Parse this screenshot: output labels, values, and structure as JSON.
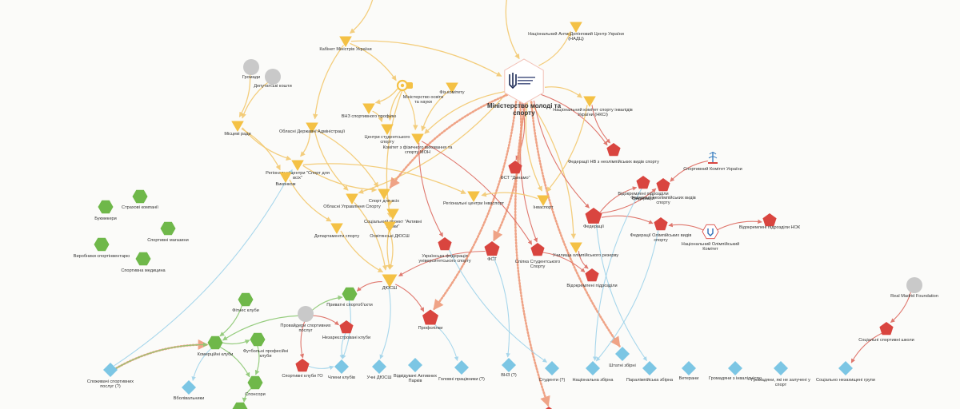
{
  "colors": {
    "yellow": "#f4c145",
    "red": "#d9453f",
    "green": "#6fb84a",
    "blue": "#7cc6e4",
    "grey": "#c9c9c9",
    "edge_yellow": "#f3c970",
    "edge_red": "#dd6a60",
    "edge_blue": "#9fd3ea",
    "edge_green": "#8cc872",
    "edge_dotted": "#ee9a7a"
  },
  "nodes": [
    {
      "id": "ministry",
      "label": "Міністерство молоді та спорту",
      "shape": "hex-logo",
      "color": "logo",
      "emblem": "trident-icon"
    },
    {
      "id": "kmu",
      "label": "Кабінет Міністрів України",
      "shape": "triangle",
      "color": "yellow"
    },
    {
      "id": "nado",
      "label": "Національний Анти-Допінговий Центр України (НАДЦ)",
      "shape": "triangle",
      "color": "yellow"
    },
    {
      "id": "mon",
      "label": "Міністерство освіти та науки",
      "shape": "logo-mon",
      "color": "yellow"
    },
    {
      "id": "fiz_kom",
      "label": "Фіз.комітету",
      "shape": "triangle",
      "color": "yellow"
    },
    {
      "id": "nksi",
      "label": "Національний комітет спорту інвалідів України (НКСІ)",
      "shape": "triangle",
      "color": "yellow"
    },
    {
      "id": "vnz",
      "label": "ВНЗ спортивного профілю",
      "shape": "triangle",
      "color": "yellow"
    },
    {
      "id": "oda",
      "label": "Обласні Державні Адміністрації",
      "shape": "triangle",
      "color": "yellow"
    },
    {
      "id": "csport",
      "label": "Центри студентського спорту",
      "shape": "triangle",
      "color": "yellow"
    },
    {
      "id": "kom_fv",
      "label": "Комітет з фізичного виховання та спорту МОН",
      "shape": "triangle",
      "color": "yellow"
    },
    {
      "id": "mistsevi",
      "label": "Місцеві ради",
      "shape": "triangle",
      "color": "yellow"
    },
    {
      "id": "hromady",
      "label": "Громади",
      "shape": "circle",
      "color": "grey"
    },
    {
      "id": "deputaty",
      "label": "Депутатські кошти",
      "shape": "circle",
      "color": "grey"
    },
    {
      "id": "rcsport",
      "label": "Регіональні центри \"Спорт для всіх\"",
      "shape": "triangle",
      "color": "yellow"
    },
    {
      "id": "vykonkom",
      "label": "Виконком",
      "shape": "triangle",
      "color": "yellow"
    },
    {
      "id": "sport_dd",
      "label": "Спорт для всіх",
      "shape": "triangle",
      "color": "yellow"
    },
    {
      "id": "oblupr",
      "label": "Обласні Управління Спорту",
      "shape": "triangle",
      "color": "yellow"
    },
    {
      "id": "soc_proj",
      "label": "Соціальний проект \"Активні парки\"",
      "shape": "triangle",
      "color": "yellow"
    },
    {
      "id": "dep_sport",
      "label": "Департаменти спорту",
      "shape": "triangle",
      "color": "yellow"
    },
    {
      "id": "osv_dyush",
      "label": "Освітянські ДЮСШ",
      "shape": "triangle",
      "color": "yellow"
    },
    {
      "id": "reg_centry",
      "label": "Регіональні центри Інваспорт",
      "shape": "triangle",
      "color": "yellow"
    },
    {
      "id": "invasport",
      "label": "Інваспорт",
      "shape": "triangle",
      "color": "yellow"
    },
    {
      "id": "uchilyshcha",
      "label": "Училища олімпійського резерву",
      "shape": "triangle",
      "color": "yellow"
    },
    {
      "id": "dyush",
      "label": "ДЮСШ",
      "shape": "triangle",
      "color": "yellow"
    },
    {
      "id": "fed_neviz",
      "label": "Федерації НВ з неолімпійських видів спорту",
      "shape": "pentagon",
      "color": "red"
    },
    {
      "id": "fst_dynamo",
      "label": "ФСТ \"Динамо\"",
      "shape": "pentagon",
      "color": "red"
    },
    {
      "id": "sport_kom",
      "label": "Спортивний Комітет України",
      "shape": "logo-small",
      "color": "blue"
    },
    {
      "id": "vid_fed_neol",
      "label": "Федерації неолімпійських видів спорту",
      "shape": "pentagon",
      "color": "red"
    },
    {
      "id": "vid_fed",
      "label": "Відокремлені підрозділи федерацій",
      "shape": "pentagon",
      "color": "red"
    },
    {
      "id": "federacii",
      "label": "Федерації",
      "shape": "pentagon",
      "color": "red"
    },
    {
      "id": "fed_olimp",
      "label": "Федерації Олімпійських видів спорту",
      "shape": "pentagon",
      "color": "red"
    },
    {
      "id": "nok",
      "label": "Національний Олімпійський Комітет",
      "shape": "logo-nok",
      "color": "blue"
    },
    {
      "id": "vid_nok",
      "label": "Відокремлені підрозділи НОК",
      "shape": "pentagon",
      "color": "red"
    },
    {
      "id": "ukr_fed_univ",
      "label": "Українська федерація університетського спорту",
      "shape": "pentagon",
      "color": "red"
    },
    {
      "id": "fst",
      "label": "ФСТ",
      "shape": "pentagon",
      "color": "red"
    },
    {
      "id": "liga_stud",
      "label": "Спілка Студентського Спорту",
      "shape": "pentagon",
      "color": "red"
    },
    {
      "id": "vidokr_pidr",
      "label": "Відокремлені підрозділи",
      "shape": "pentagon",
      "color": "red"
    },
    {
      "id": "profspilky",
      "label": "Профспілки",
      "shape": "pentagon",
      "color": "red"
    },
    {
      "id": "nezareest",
      "label": "Незареєстровані клуби",
      "shape": "pentagon",
      "color": "red"
    },
    {
      "id": "sport_kluby_go",
      "label": "Спортивні клуби ГО",
      "shape": "pentagon",
      "color": "red"
    },
    {
      "id": "soc_shkoly",
      "label": "Соціальні спортивні школи",
      "shape": "pentagon",
      "color": "red"
    },
    {
      "id": "real_madrid",
      "label": "Real Madrid Foundation",
      "shape": "circle",
      "color": "grey"
    },
    {
      "id": "bukmekery",
      "label": "Букмекери",
      "shape": "hexagon",
      "color": "green"
    },
    {
      "id": "strakh",
      "label": "Страхові компанії",
      "shape": "hexagon",
      "color": "green"
    },
    {
      "id": "magazyny",
      "label": "Спортивні магазини",
      "shape": "hexagon",
      "color": "green"
    },
    {
      "id": "vyrobnyky",
      "label": "Виробники спортінвентарю",
      "shape": "hexagon",
      "color": "green"
    },
    {
      "id": "medycyna",
      "label": "Спортивна медицина",
      "shape": "hexagon",
      "color": "green"
    },
    {
      "id": "pryvatni",
      "label": "Приватні спортоб'єкти",
      "shape": "hexagon",
      "color": "green"
    },
    {
      "id": "fitnes",
      "label": "Фітнес клуби",
      "shape": "hexagon",
      "color": "green"
    },
    {
      "id": "provaidery",
      "label": "Провайдери спортивних послуг",
      "shape": "circle",
      "color": "grey"
    },
    {
      "id": "kom_kluby",
      "label": "Комерційні клуби",
      "shape": "hexagon",
      "color": "green"
    },
    {
      "id": "futbol",
      "label": "Футбольні професійні клуби",
      "shape": "hexagon",
      "color": "green"
    },
    {
      "id": "sponsory",
      "label": "Спонсори",
      "shape": "hexagon",
      "color": "green"
    },
    {
      "id": "green_bottom",
      "label": "",
      "shape": "hexagon",
      "color": "green"
    },
    {
      "id": "spozhyvachi",
      "label": "Споживачі спортивних послуг (?)",
      "shape": "diamond",
      "color": "blue"
    },
    {
      "id": "vbolivalnyky",
      "label": "Вболівальники",
      "shape": "diamond",
      "color": "blue"
    },
    {
      "id": "chleny",
      "label": "Члени клубів",
      "shape": "diamond",
      "color": "blue"
    },
    {
      "id": "uchni",
      "label": "Учні ДЮСШ",
      "shape": "diamond",
      "color": "blue"
    },
    {
      "id": "vidviduvachi",
      "label": "Відвідувачі Активних Парків",
      "shape": "diamond",
      "color": "blue"
    },
    {
      "id": "holovni",
      "label": "Головні працівники (?)",
      "shape": "diamond",
      "color": "blue"
    },
    {
      "id": "vo",
      "label": "ВНЗ (?)",
      "shape": "diamond",
      "color": "blue"
    },
    {
      "id": "studenty",
      "label": "Студенти (?)",
      "shape": "diamond",
      "color": "blue"
    },
    {
      "id": "nac_zbirna",
      "label": "Національна збірна",
      "shape": "diamond",
      "color": "blue"
    },
    {
      "id": "shtatni",
      "label": "Штатні збірні",
      "shape": "diamond",
      "color": "blue"
    },
    {
      "id": "paralimp",
      "label": "Паралімпійська збірна",
      "shape": "diamond",
      "color": "blue"
    },
    {
      "id": "veterany",
      "label": "Ветерани",
      "shape": "diamond",
      "color": "blue"
    },
    {
      "id": "hromadiany_inv",
      "label": "Громадяни з інвалідністю",
      "shape": "diamond",
      "color": "blue"
    },
    {
      "id": "hromadiany_ne",
      "label": "Громадяни, які не залучені у спорт",
      "shape": "diamond",
      "color": "blue"
    },
    {
      "id": "soc_vrazlyvi",
      "label": "Соціально незахищені групи",
      "shape": "diamond",
      "color": "blue"
    },
    {
      "id": "red_bottom",
      "label": "",
      "shape": "pentagon",
      "color": "red"
    }
  ],
  "edges": [
    {
      "from": "top1",
      "to": "kmu",
      "style": "yellow"
    },
    {
      "from": "top2",
      "to": "ministry",
      "style": "yellow"
    },
    {
      "from": "kmu",
      "to": "ministry",
      "style": "yellow"
    },
    {
      "from": "kmu",
      "to": "oda",
      "style": "yellow"
    },
    {
      "from": "kmu",
      "to": "mon",
      "style": "yellow"
    },
    {
      "from": "ministry",
      "to": "nado",
      "style": "yellow"
    },
    {
      "from": "ministry",
      "to": "nksi",
      "style": "yellow"
    },
    {
      "from": "ministry",
      "to": "kom_fv",
      "style": "yellow"
    },
    {
      "from": "ministry",
      "to": "oblupr",
      "style": "yellow"
    },
    {
      "from": "ministry",
      "to": "invasport",
      "style": "yellow"
    },
    {
      "from": "ministry",
      "to": "uchilyshcha",
      "style": "yellow"
    },
    {
      "from": "ministry",
      "to": "federacii",
      "style": "red"
    },
    {
      "from": "ministry",
      "to": "fst_dynamo",
      "style": "red"
    },
    {
      "from": "ministry",
      "to": "liga_stud",
      "style": "red"
    },
    {
      "from": "ministry",
      "to": "fst",
      "style": "dotted"
    },
    {
      "from": "ministry",
      "to": "sport_dd",
      "style": "dotted"
    },
    {
      "from": "ministry",
      "to": "profspilky",
      "style": "dotted"
    },
    {
      "from": "ministry",
      "to": "shtatni",
      "style": "dotted"
    },
    {
      "from": "ministry",
      "to": "fed_neviz",
      "style": "red"
    },
    {
      "from": "ministry",
      "to": "red_bottom",
      "style": "dotted"
    },
    {
      "from": "mon",
      "to": "vnz",
      "style": "yellow"
    },
    {
      "from": "mon",
      "to": "csport",
      "style": "yellow"
    },
    {
      "from": "mon",
      "to": "kom_fv",
      "style": "yellow"
    },
    {
      "from": "mon",
      "to": "osv_dyush",
      "style": "yellow"
    },
    {
      "from": "vnz",
      "to": "csport",
      "style": "yellow"
    },
    {
      "from": "fiz_kom",
      "to": "kom_fv",
      "style": "yellow"
    },
    {
      "from": "hromady",
      "to": "mistsevi",
      "style": "yellow"
    },
    {
      "from": "deputaty",
      "to": "mistsevi",
      "style": "yellow"
    },
    {
      "from": "mistsevi",
      "to": "vykonkom",
      "style": "yellow"
    },
    {
      "from": "mistsevi",
      "to": "rcsport",
      "style": "yellow"
    },
    {
      "from": "oda",
      "to": "rcsport",
      "style": "yellow"
    },
    {
      "from": "oda",
      "to": "oblupr",
      "style": "yellow"
    },
    {
      "from": "oda",
      "to": "sport_dd",
      "style": "yellow"
    },
    {
      "from": "rcsport",
      "to": "sport_dd",
      "style": "yellow"
    },
    {
      "from": "rcsport",
      "to": "reg_centry",
      "style": "yellow"
    },
    {
      "from": "vykonkom",
      "to": "dep_sport",
      "style": "yellow"
    },
    {
      "from": "oblupr",
      "to": "dyush",
      "style": "yellow"
    },
    {
      "from": "dep_sport",
      "to": "dyush",
      "style": "yellow"
    },
    {
      "from": "sport_dd",
      "to": "soc_proj",
      "style": "yellow"
    },
    {
      "from": "soc_proj",
      "to": "dyush",
      "style": "yellow"
    },
    {
      "from": "osv_dyush",
      "to": "dyush",
      "style": "yellow"
    },
    {
      "from": "kom_fv",
      "to": "ukr_fed_univ",
      "style": "red"
    },
    {
      "from": "kom_fv",
      "to": "liga_stud",
      "style": "red"
    },
    {
      "from": "nksi",
      "to": "fed_neviz",
      "style": "red"
    },
    {
      "from": "nksi",
      "to": "invasport",
      "style": "yellow"
    },
    {
      "from": "invasport",
      "to": "reg_centry",
      "style": "yellow"
    },
    {
      "from": "federacii",
      "to": "vid_fed",
      "style": "red"
    },
    {
      "from": "federacii",
      "to": "vid_fed_neol",
      "style": "red"
    },
    {
      "from": "federacii",
      "to": "fed_olimp",
      "style": "red"
    },
    {
      "from": "nok",
      "to": "fed_olimp",
      "style": "red"
    },
    {
      "from": "nok",
      "to": "vid_nok",
      "style": "red"
    },
    {
      "from": "sport_kom",
      "to": "vid_fed_neol",
      "style": "red"
    },
    {
      "from": "liga_stud",
      "to": "vidokr_pidr",
      "style": "red"
    },
    {
      "from": "uchilyshcha",
      "to": "vidokr_pidr",
      "style": "red"
    },
    {
      "from": "dyush",
      "to": "profspilky",
      "style": "red"
    },
    {
      "from": "dyush",
      "to": "pryvatni",
      "style": "red"
    },
    {
      "from": "dyush",
      "to": "uchni",
      "style": "blue"
    },
    {
      "from": "fst",
      "to": "dyush",
      "style": "red"
    },
    {
      "from": "fst",
      "to": "vo",
      "style": "blue"
    },
    {
      "from": "ukr_fed_univ",
      "to": "studenty",
      "style": "blue"
    },
    {
      "from": "profspilky",
      "to": "holovni",
      "style": "blue"
    },
    {
      "from": "nezareest",
      "to": "chleny",
      "style": "blue"
    },
    {
      "from": "provaidery",
      "to": "pryvatni",
      "style": "green"
    },
    {
      "from": "provaidery",
      "to": "kom_kluby",
      "style": "green"
    },
    {
      "from": "provaidery",
      "to": "nezareest",
      "style": "red"
    },
    {
      "from": "provaidery",
      "to": "sport_kluby_go",
      "style": "red"
    },
    {
      "from": "fitnes",
      "to": "kom_kluby",
      "style": "green"
    },
    {
      "from": "kom_kluby",
      "to": "futbol",
      "style": "green"
    },
    {
      "from": "kom_kluby",
      "to": "sponsory",
      "style": "green"
    },
    {
      "from": "kom_kluby",
      "to": "vbolivalnyky",
      "style": "blue"
    },
    {
      "from": "futbol",
      "to": "sponsory",
      "style": "green"
    },
    {
      "from": "sponsory",
      "to": "green_bottom",
      "style": "green"
    },
    {
      "from": "spozhyvachi",
      "to": "kom_kluby",
      "style": "dotted"
    },
    {
      "from": "spozhyvachi",
      "to": "rcsport",
      "style": "blue"
    },
    {
      "from": "spozhyvachi",
      "to": "kom_kluby",
      "style": "green"
    },
    {
      "from": "vid_fed",
      "to": "nac_zbirna",
      "style": "blue"
    },
    {
      "from": "fed_olimp",
      "to": "nac_zbirna",
      "style": "blue"
    },
    {
      "from": "federacii",
      "to": "paralimp",
      "style": "blue"
    },
    {
      "from": "real_madrid",
      "to": "soc_shkoly",
      "style": "red"
    },
    {
      "from": "soc_shkoly",
      "to": "soc_vrazlyvi",
      "style": "red"
    },
    {
      "from": "pryvatni",
      "to": "chleny",
      "style": "blue"
    },
    {
      "from": "sport_kluby_go",
      "to": "chleny",
      "style": "blue"
    }
  ]
}
